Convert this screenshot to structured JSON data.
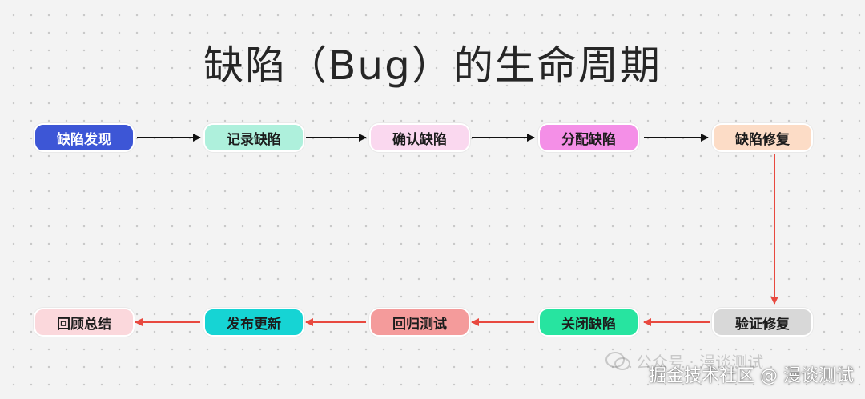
{
  "title": "缺陷（Bug）的生命周期",
  "nodes": {
    "discover": {
      "label": "缺陷发现",
      "color": "#3d56d6",
      "text_color": "#ffffff"
    },
    "record": {
      "label": "记录缺陷",
      "color": "#aef0dc"
    },
    "confirm": {
      "label": "确认缺陷",
      "color": "#fad8ef"
    },
    "assign": {
      "label": "分配缺陷",
      "color": "#f48fe7"
    },
    "fix": {
      "label": "缺陷修复",
      "color": "#fcdcc6"
    },
    "verify": {
      "label": "验证修复",
      "color": "#d8d8d8"
    },
    "close": {
      "label": "关闭缺陷",
      "color": "#27e4a0"
    },
    "regression": {
      "label": "回归测试",
      "color": "#f49b9b"
    },
    "release": {
      "label": "发布更新",
      "color": "#16d4d4"
    },
    "review": {
      "label": "回顾总结",
      "color": "#fbd8dc"
    }
  },
  "arrow_colors": {
    "top_row": "#111111",
    "return_path": "#e8493f"
  },
  "watermarks": {
    "wechat": "公众号 · 漫谈测试",
    "site": "掘金技术社区 @ 漫谈测试"
  }
}
